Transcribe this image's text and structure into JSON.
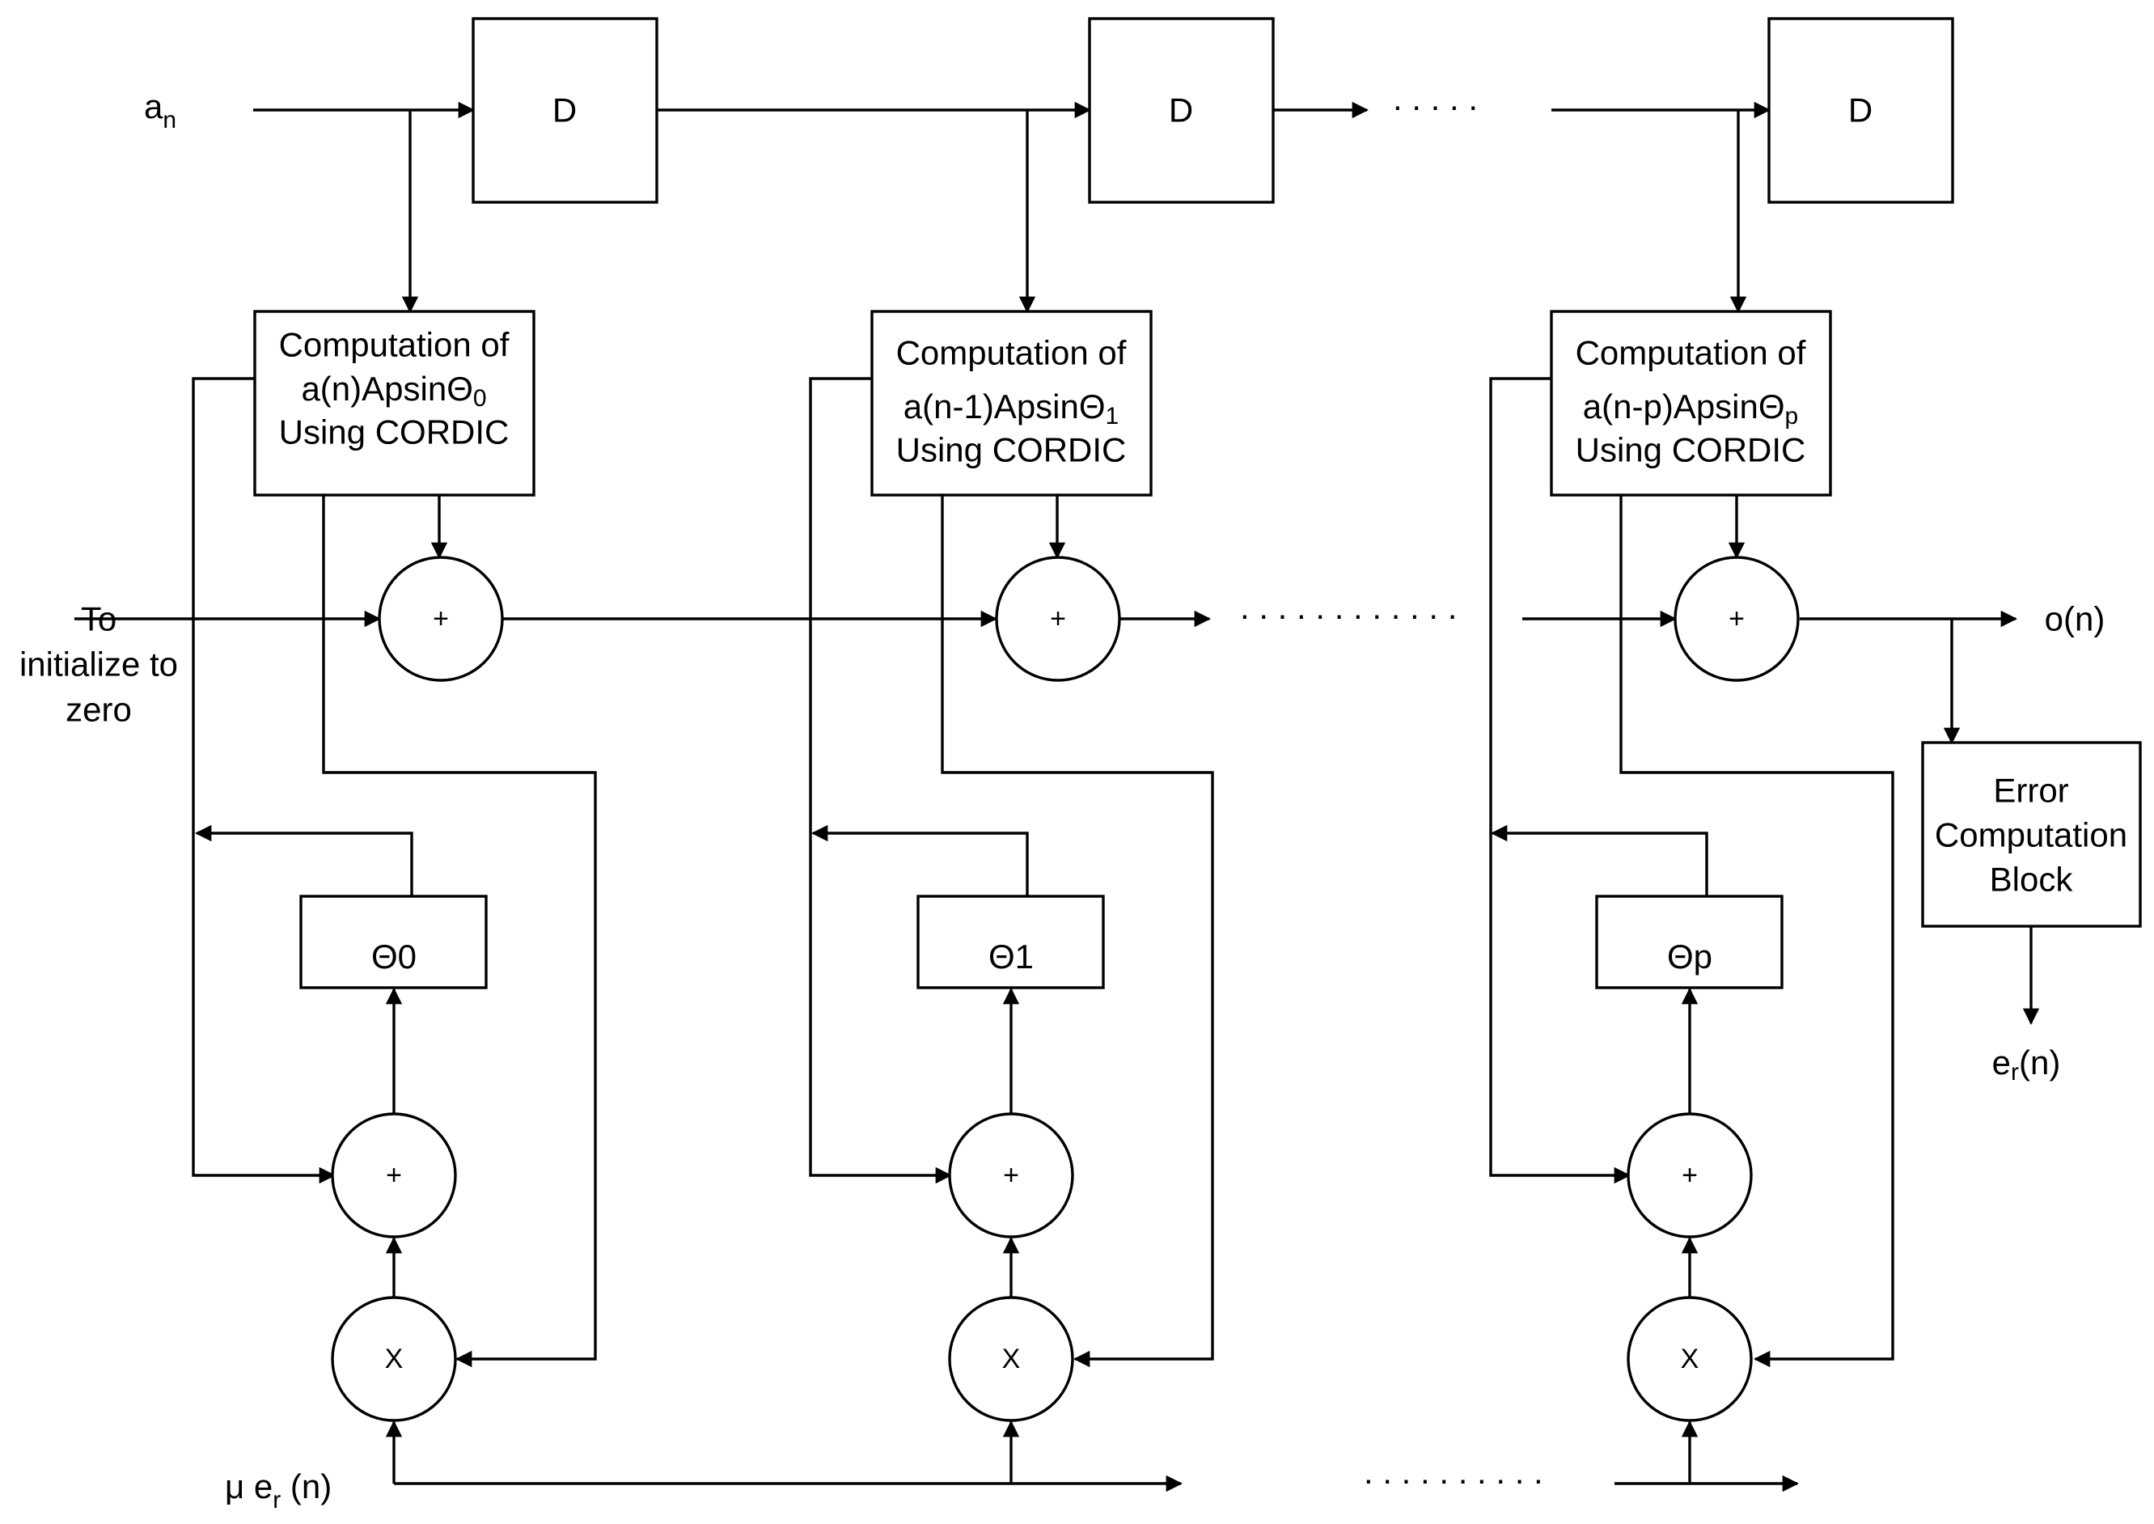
{
  "input_label": "a",
  "input_sub": "n",
  "delay_label": "D",
  "cordic": [
    {
      "line1": "Computation of",
      "prefix": "a(n)ApsinΘ",
      "sub": "0",
      "line3": "Using CORDIC"
    },
    {
      "line1": "Computation of",
      "prefix": "a(n-1)ApsinΘ",
      "sub": "1",
      "line3": "Using CORDIC"
    },
    {
      "line1": "Computation of",
      "prefix": "a(n-p)ApsinΘ",
      "sub": "p",
      "line3": "Using CORDIC"
    }
  ],
  "theta": [
    "Θ0",
    "Θ1",
    "Θp"
  ],
  "adder_symbol": "+",
  "multiplier_symbol": "X",
  "init_label": [
    "To",
    "initialize to",
    "zero"
  ],
  "output_label": "o(n)",
  "error_block": [
    "Error",
    "Computation",
    "Block"
  ],
  "error_out": {
    "base": "e",
    "sub": "r",
    "suffix": "(n)"
  },
  "mu_label": {
    "base": "μ e",
    "sub": "r",
    "suffix": " (n)"
  },
  "ellipsis": {
    "top": ". . . . .",
    "mid": ". . . . . . . . . . . .",
    "bottom": ". . . . . . . . . ."
  }
}
